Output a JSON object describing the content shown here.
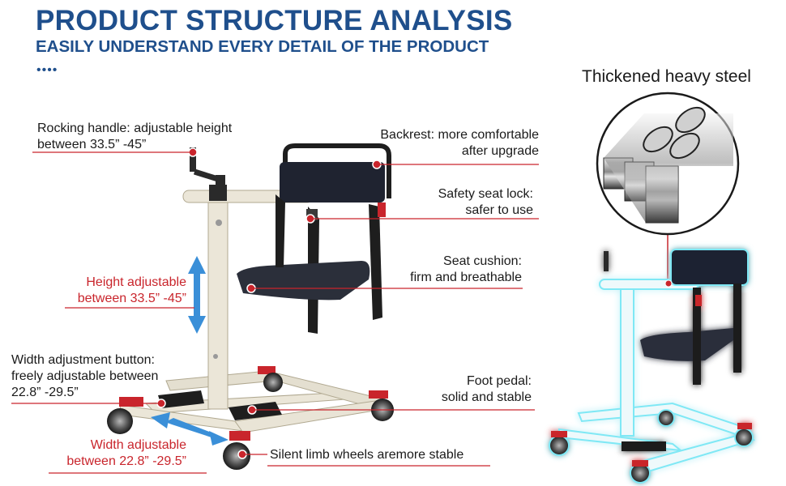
{
  "header": {
    "title": "PRODUCT STRUCTURE ANALYSIS",
    "subtitle": "EASILY UNDERSTAND EVERY DETAIL OF THE PRODUCT",
    "dots": "••••"
  },
  "features": {
    "rocking_handle": {
      "line1": "Rocking handle: adjustable height",
      "line2": "between 33.5” -45”"
    },
    "backrest": {
      "line1": "Backrest: more comfortable",
      "line2": "after upgrade"
    },
    "seat_lock": {
      "line1": "Safety seat lock:",
      "line2": "safer to use"
    },
    "seat_cushion": {
      "line1": "Seat cushion:",
      "line2": "firm and breathable"
    },
    "height_adjustable": {
      "line1": "Height adjustable",
      "line2": "between 33.5” -45”"
    },
    "width_button": {
      "line1": "Width adjustment button:",
      "line2": "freely adjustable between",
      "line3": "22.8” -29.5”"
    },
    "foot_pedal": {
      "line1": "Foot pedal:",
      "line2": "solid and stable"
    },
    "width_adjustable": {
      "line1": "Width adjustable",
      "line2": "between 22.8” -29.5”"
    },
    "wheels": {
      "line1": "Silent limb wheels aremore stable"
    }
  },
  "steel": {
    "label": "Thickened heavy steel"
  },
  "colors": {
    "title_blue": "#1f4f8c",
    "accent_red": "#c9252c",
    "frame": "#ebe6d8",
    "arrow_blue": "#3a8fd8",
    "glow": "#7fe8f5"
  }
}
